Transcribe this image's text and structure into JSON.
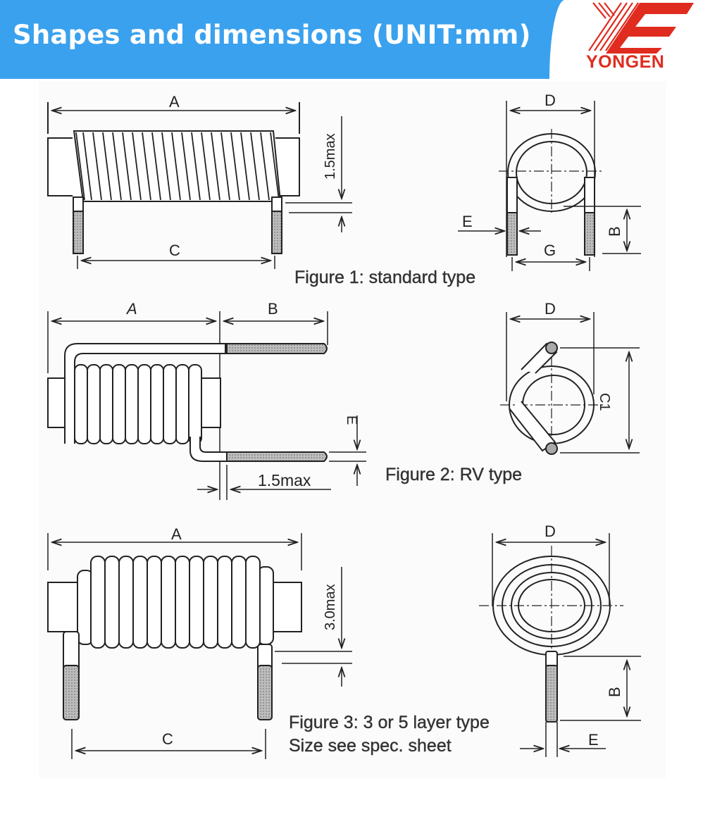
{
  "header": {
    "title": "Shapes and dimensions (UNIT:mm)",
    "background_color": "#3aa1ee",
    "logo": {
      "icon": "yongen-ye-logo-icon",
      "text": "YONGEN",
      "color": "#e02b1f"
    }
  },
  "figures": [
    {
      "id": "figure-1",
      "caption": "Figure 1: standard type",
      "side_view_labels": {
        "length": "A",
        "lead_spacing": "C",
        "lead_gap": "1.5max"
      },
      "end_view_labels": {
        "diameter": "D",
        "wire": "E",
        "gap": "G",
        "lead_length": "B"
      }
    },
    {
      "id": "figure-2",
      "caption": "Figure 2: RV type",
      "side_view_labels": {
        "length": "A",
        "lead_length": "B",
        "wire": "E",
        "lead_gap": "1.5max"
      },
      "end_view_labels": {
        "diameter": "D",
        "lead_spacing": "C1"
      }
    },
    {
      "id": "figure-3",
      "caption_line1": "Figure 3: 3 or 5 layer type",
      "caption_line2": "Size see spec. sheet",
      "side_view_labels": {
        "length": "A",
        "lead_spacing": "C",
        "lead_gap": "3.0max"
      },
      "end_view_labels": {
        "diameter": "D",
        "lead_length": "B",
        "wire": "E"
      }
    }
  ]
}
